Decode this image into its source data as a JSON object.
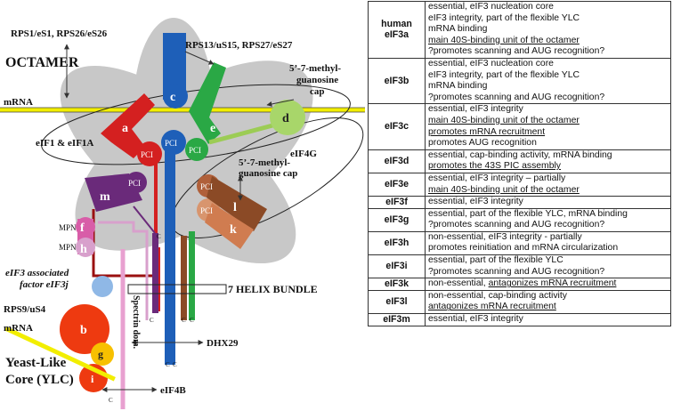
{
  "diagram": {
    "octamer_label": "OCTAMER",
    "mrna_top": "mRNA",
    "mrna_bottom": "mRNA",
    "rps1": "RPS1/eS1, RPS26/eS26",
    "rps13": "RPS13/uS15, RPS27/eS27",
    "cap_top_1": "5’-7-methyl-",
    "cap_top_2": "guanosine",
    "cap_top_3": "cap",
    "cap_mid_1": "5’-7-methyl-",
    "cap_mid_2": "guanosine cap",
    "eif1": "eIF1 & eIF1A",
    "eif4g": "eIF4G",
    "helix": "7 HELIX BUNDLE",
    "dhx29": "DHX29",
    "eif4b": "eIF4B",
    "rps9": "RPS9/uS4",
    "eif3j_1": "eIF3 associated",
    "eif3j_2": "factor eIF3j",
    "spectrin": "Spectrin dom.",
    "ylc_1": "Yeast-Like",
    "ylc_2": "Core (YLC)",
    "pci": "PCI",
    "mpn": "MPN",
    "c": "C",
    "subunits": {
      "a": "a",
      "b": "b",
      "c": "c",
      "d": "d",
      "e": "e",
      "f": "f",
      "g": "g",
      "h": "h",
      "i": "i",
      "k": "k",
      "l": "l",
      "m": "m"
    }
  },
  "table": {
    "rows": [
      {
        "name": [
          "human",
          "eIF3a"
        ],
        "lines": [
          {
            "text": "essential, eIF3 nucleation core"
          },
          {
            "text": "eIF3 integrity, part of the flexible YLC"
          },
          {
            "text": "mRNA binding"
          },
          {
            "text": "main 40S-binding unit of the octamer",
            "u": true
          },
          {
            "text": "?promotes scanning and AUG recognition?"
          }
        ]
      },
      {
        "name": [
          "eIF3b"
        ],
        "lines": [
          {
            "text": "essential, eIF3 nucleation core"
          },
          {
            "text": "eIF3 integrity, part of the flexible YLC"
          },
          {
            "text": "mRNA binding"
          },
          {
            "text": "?promotes scanning and AUG recognition?"
          }
        ]
      },
      {
        "name": [
          "eIF3c"
        ],
        "lines": [
          {
            "text": "essential, eIF3 integrity"
          },
          {
            "text": "main 40S-binding unit of the octamer",
            "u": true
          },
          {
            "text": "promotes mRNA recruitment",
            "u": true
          },
          {
            "text": "promotes AUG recognition"
          }
        ]
      },
      {
        "name": [
          "eIF3d"
        ],
        "lines": [
          {
            "text": "essential, cap-binding activity, mRNA binding"
          },
          {
            "text": "promotes the 43S PIC assembly",
            "u": true
          }
        ]
      },
      {
        "name": [
          "eIF3e"
        ],
        "lines": [
          {
            "text": "essential, eIF3 integrity – partially"
          },
          {
            "text": "main 40S-binding unit of the octamer",
            "u": true
          }
        ]
      },
      {
        "name": [
          "eIF3f"
        ],
        "lines": [
          {
            "text": "essential, eIF3 integrity"
          }
        ]
      },
      {
        "name": [
          "eIF3g"
        ],
        "lines": [
          {
            "text": "essential, part of the flexible YLC, mRNA binding"
          },
          {
            "text": "?promotes scanning and AUG recognition?"
          }
        ]
      },
      {
        "name": [
          "eIF3h"
        ],
        "lines": [
          {
            "text": "non-essential, eIF3 integrity - partially"
          },
          {
            "text": "promotes reinitiation and mRNA circularization"
          }
        ]
      },
      {
        "name": [
          "eIF3i"
        ],
        "lines": [
          {
            "text": "essential, part of the flexible YLC"
          },
          {
            "text": "?promotes scanning and AUG recognition?"
          }
        ]
      },
      {
        "name": [
          "eIF3k"
        ],
        "lines": [
          {
            "segments": [
              {
                "text": "non-essential, "
              },
              {
                "text": "antagonizes mRNA recruitment",
                "u": true
              }
            ]
          }
        ]
      },
      {
        "name": [
          "eIF3l"
        ],
        "lines": [
          {
            "text": "non-essential, cap-binding activity"
          },
          {
            "text": "antagonizes mRNA recruitment",
            "u": true
          }
        ]
      },
      {
        "name": [
          "eIF3m"
        ],
        "lines": [
          {
            "text": "essential, eIF3 integrity"
          }
        ]
      }
    ]
  }
}
